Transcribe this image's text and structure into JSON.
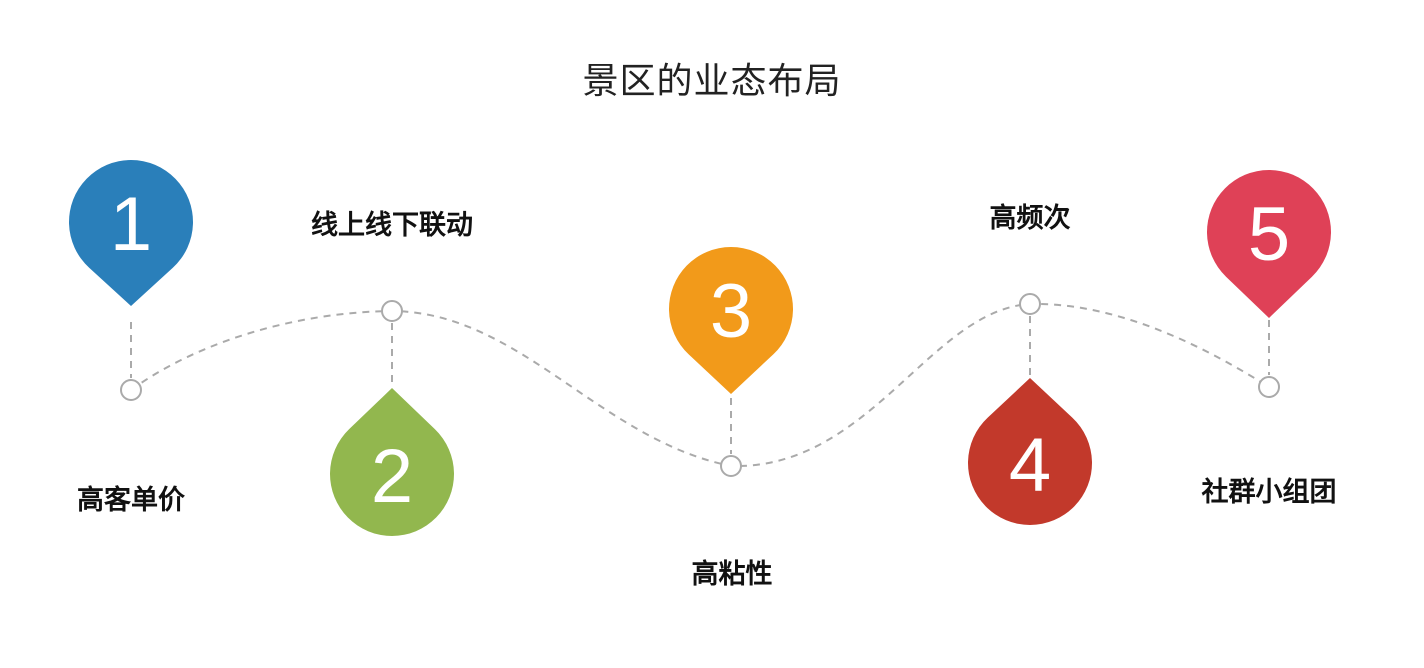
{
  "title": "景区的业态布局",
  "steps": [
    {
      "number": "1",
      "label": "高客单价",
      "color": "#2a7fba"
    },
    {
      "number": "2",
      "label": "线上线下联动",
      "color": "#92b74e"
    },
    {
      "number": "3",
      "label": "高粘性",
      "color": "#f29a1a"
    },
    {
      "number": "4",
      "label": "高频次",
      "color": "#c2392b"
    },
    {
      "number": "5",
      "label": "社群小组团",
      "color": "#df4157"
    }
  ],
  "line_color": "#aaaaaa"
}
